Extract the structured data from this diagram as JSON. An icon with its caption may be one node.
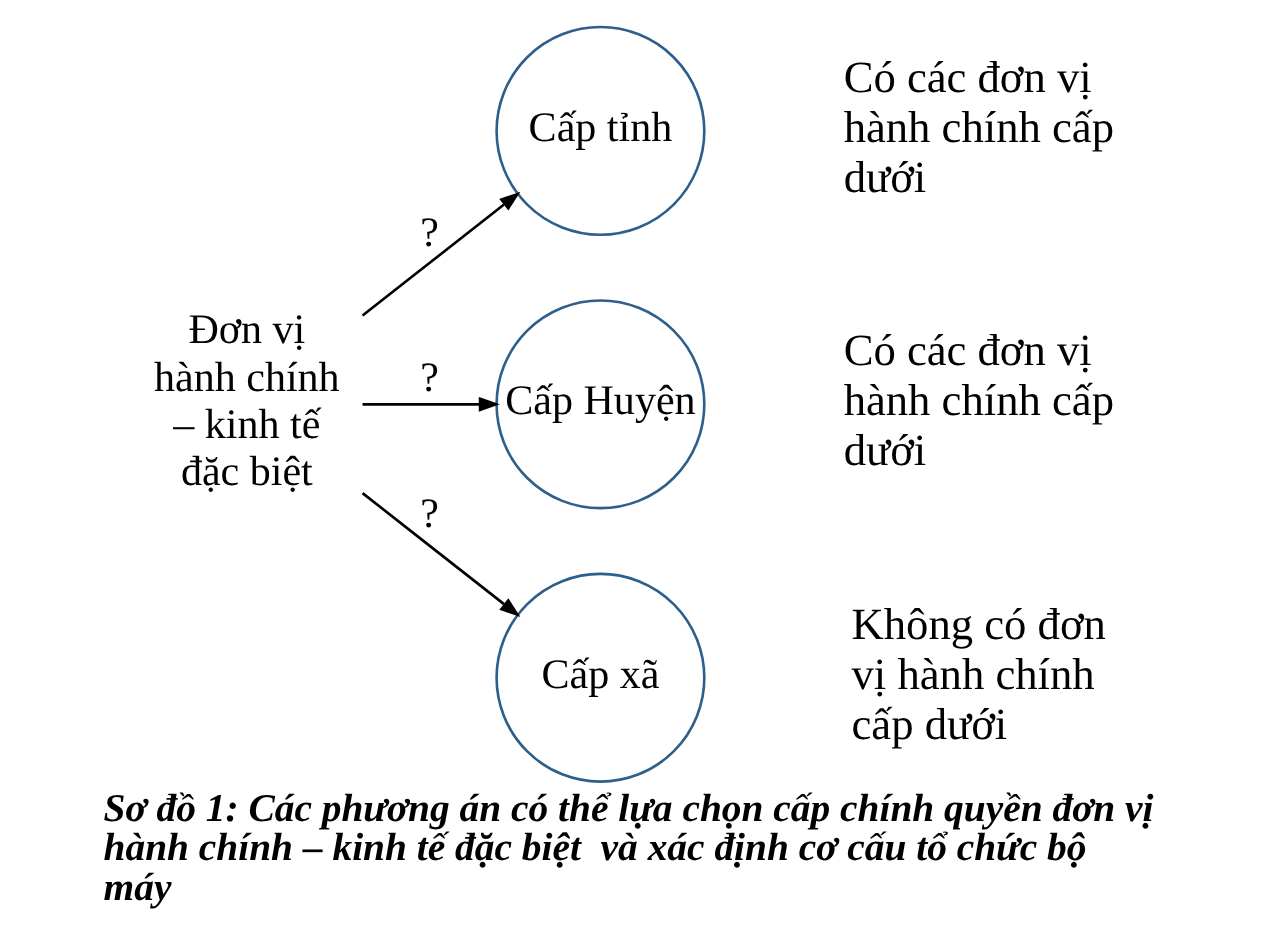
{
  "diagram": {
    "caption": "Sơ đồ 1: Các phương án có thể lựa chọn cấp chính quyền đơn vị hành chính – kinh tế đặc biệt  và xác định cơ cấu tổ chức bộ máy",
    "nodes": [
      {
        "text": [
          "Đơn vị hành chính – kinh tế đặc biệt"
        ]
      },
      {
        "text": [
          "Cấp tỉnh"
        ],
        "beside": [
          "Có các đơn vị hành chính cấp dưới"
        ]
      },
      {
        "text": [
          "Cấp Huyện"
        ],
        "beside": [
          "Có các đơn vị hành chính cấp dưới"
        ]
      },
      {
        "text": [
          "Cấp xã"
        ],
        "beside": [
          "Không có đơn vị hành chính cấp dưới"
        ]
      }
    ],
    "edges": [
      {
        "from": 0,
        "to": 1,
        "arrow": "to",
        "label": "?"
      },
      {
        "from": 0,
        "to": 2,
        "arrow": "to",
        "label": "?"
      },
      {
        "from": 0,
        "to": 3,
        "arrow": "to",
        "label": "?"
      }
    ]
  }
}
